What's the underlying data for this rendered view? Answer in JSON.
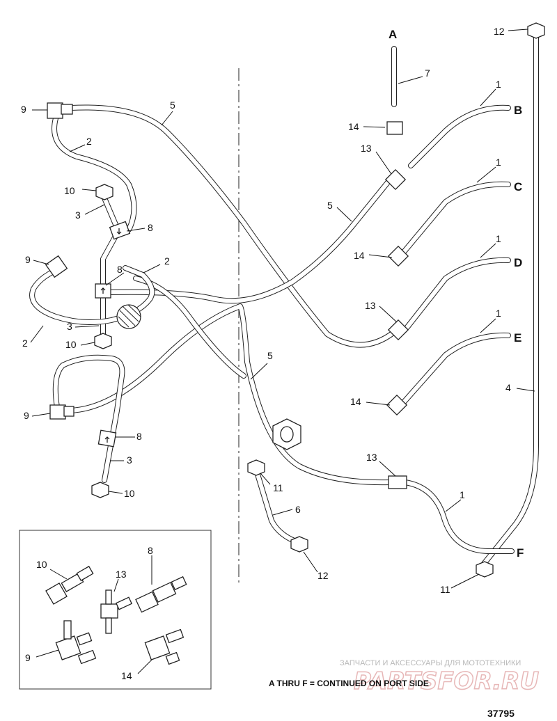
{
  "connection_letters": [
    "A",
    "B",
    "C",
    "D",
    "E",
    "F"
  ],
  "callouts": {
    "c12_top": "12",
    "c7": "7",
    "c14_a": "14",
    "c1_b": "1",
    "c13_b": "13",
    "c1_c": "1",
    "c5_mid": "5",
    "c14_c": "14",
    "c1_d": "1",
    "c13_d": "13",
    "c1_e": "1",
    "c14_e": "14",
    "c4": "4",
    "c13_f": "13",
    "c1_f": "1",
    "c11_right": "11",
    "c11_mid": "11",
    "c6": "6",
    "c12_low": "12",
    "c5_lower": "5",
    "c9_top": "9",
    "c5_top": "5",
    "c2_top": "2",
    "c10_top": "10",
    "c3_top": "3",
    "c8_top": "8",
    "c8_mid": "8",
    "c2_mid": "2",
    "c9_mid": "9",
    "c3_mid": "3",
    "c2_low": "2",
    "c10_mid": "10",
    "c9_low": "9",
    "c8_low": "8",
    "c3_low": "3",
    "c10_low": "10"
  },
  "inset_callouts": {
    "i10": "10",
    "i8": "8",
    "i13": "13",
    "i9": "9",
    "i14": "14"
  },
  "footnote": "A THRU F = CONTINUED ON PORT SIDE",
  "figure_number": "37795",
  "watermark": {
    "line1": "ЗАПЧАСТИ И АКСЕССУАРЫ ДЛЯ МОТОТЕХНИКИ",
    "line2": "PARTSFOR.RU"
  }
}
